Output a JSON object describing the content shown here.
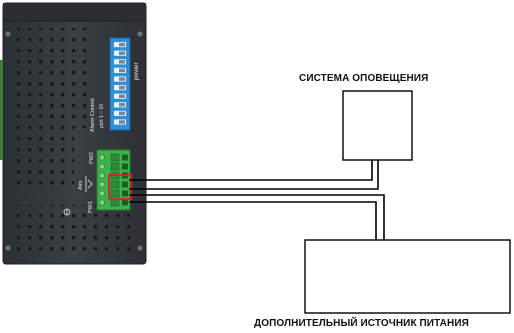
{
  "labels": {
    "notification_system": "СИСТЕМА ОПОВЕЩЕНИЯ",
    "aux_power_supply": "ДОПОЛНИТЕЛЬНЫЙ ИСТОЧНИК ПИТАНИЯ"
  },
  "device": {
    "dip_switch_label": "power",
    "alarm_control_label": "Alarm Control",
    "port_label": "port 1 – 10",
    "terminal_labels": {
      "pw2": "PW2",
      "alm": "Alm",
      "pw1": "PW1"
    }
  },
  "colors": {
    "device_body": "#34393d",
    "terminal_block": "#3fb14b",
    "dip_switch": "#2f8fd6",
    "highlight": "#e02020",
    "wire": "#000000"
  }
}
